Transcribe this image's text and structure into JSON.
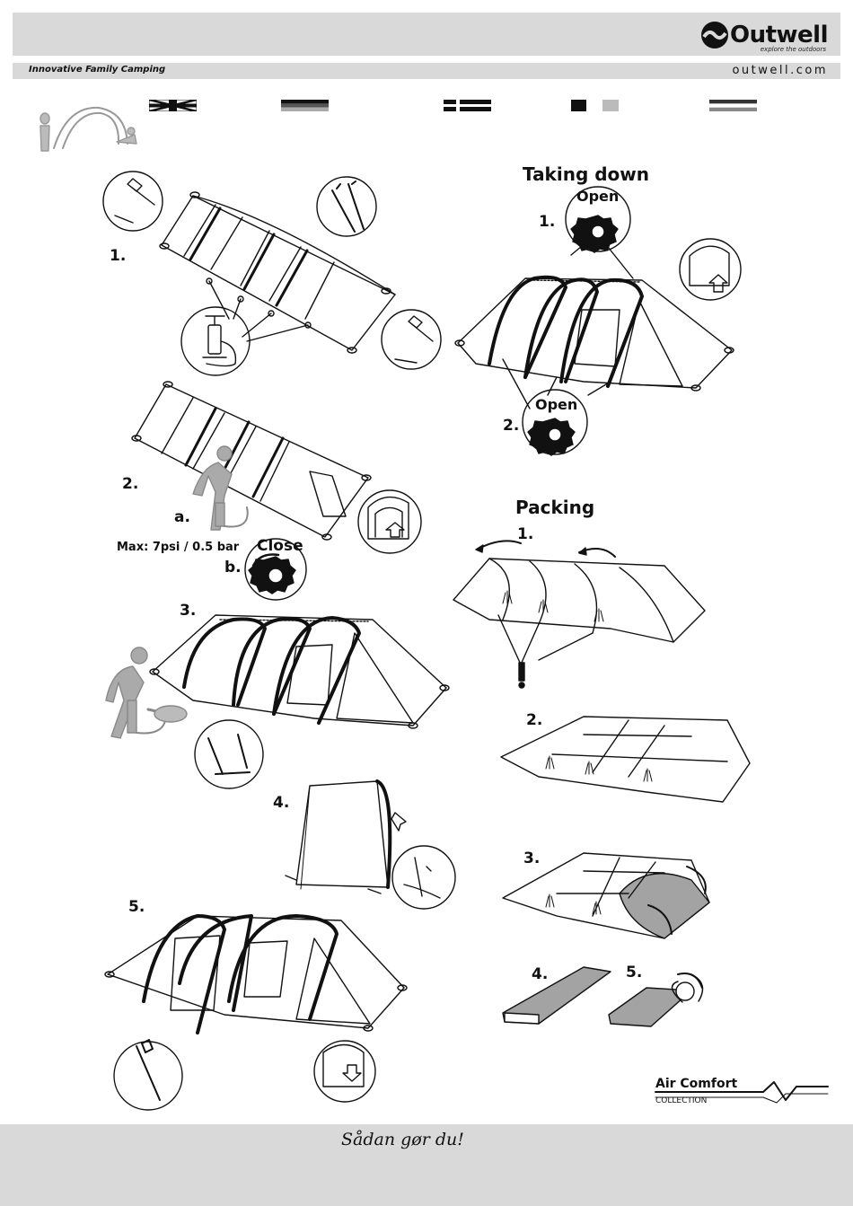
{
  "header": {
    "brand": "Outwell",
    "brand_tagline": "explore the outdoors",
    "tagline": "Innovative Family Camping",
    "website": "outwell.com"
  },
  "languages": [
    {
      "name": "uk-flag-icon"
    },
    {
      "name": "german-flag-icon"
    },
    {
      "name": "danish-flag-icon"
    },
    {
      "name": "french-flag-icon"
    },
    {
      "name": "dutch-flag-icon"
    }
  ],
  "pitching": {
    "step1": "1.",
    "step2": "2.",
    "step2a": "a.",
    "step2b": "b.",
    "max_pressure": "Max: 7psi / 0.5 bar",
    "close_label": "Close",
    "step3": "3.",
    "step4": "4.",
    "step5": "5."
  },
  "taking_down": {
    "title": "Taking down",
    "step1": "1.",
    "step2": "2.",
    "open_label": "Open"
  },
  "packing": {
    "title": "Packing",
    "step1": "1.",
    "warning": "!",
    "step2": "2.",
    "step3": "3.",
    "step4": "4.",
    "step5": "5."
  },
  "collection": {
    "title": "Air Comfort",
    "subtitle": "COLLECTION"
  },
  "footer": {
    "text": "Sådan gør du!"
  },
  "colors": {
    "band": "#d9d9d9",
    "ink": "#111111",
    "grey_fill": "#9a9a9a"
  }
}
